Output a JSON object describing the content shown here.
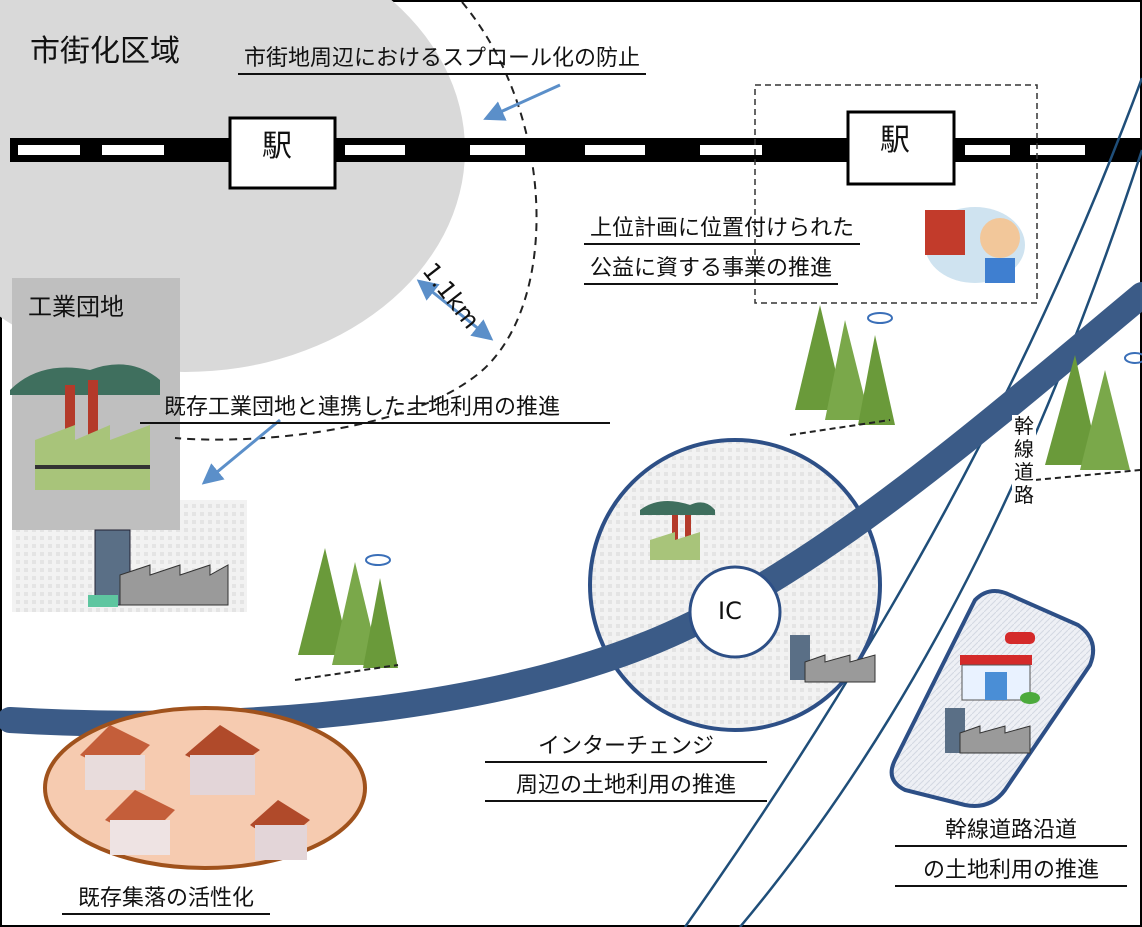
{
  "urban_area": {
    "label": "市街化区域"
  },
  "station": {
    "label": "駅"
  },
  "industrial_park": {
    "label": "工業団地"
  },
  "distance": {
    "label": "1.1km"
  },
  "interchange": {
    "label": "IC"
  },
  "trunk_road": {
    "label": "幹線道路"
  },
  "measures": {
    "sprawl_prevention": "市街地周辺におけるスプロール化の防止",
    "public_projects_line1": "上位計画に位置付けられた",
    "public_projects_line2": "公益に資する事業の推進",
    "industrial_linked": "既存工業団地と連携した土地利用の推進",
    "ic_line1": "インターチェンジ",
    "ic_line2": "周辺の土地利用の推進",
    "roadside_line1": "幹線道路沿道",
    "roadside_line2": "の土地利用の推進",
    "village_revitalization": "既存集落の活性化"
  },
  "colors": {
    "urban_fill": "#d9d9d9",
    "industrial_fill": "#bfbfbf",
    "highway": "#3b5b87",
    "arrow": "#5b8fc9",
    "village_fill": "#f6cbb0",
    "village_stroke": "#a0521c",
    "rail_line": "#1f4e79"
  }
}
